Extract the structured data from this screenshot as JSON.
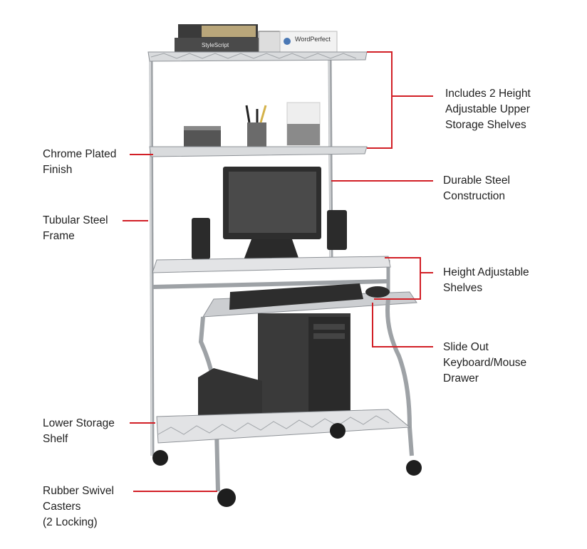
{
  "colors": {
    "leader": "#d21f26",
    "chrome": "#b9bcc0",
    "black": "#2a2a2a"
  },
  "callouts": {
    "upper_shelves": "Includes 2 Height\nAdjustable Upper\nStorage Shelves",
    "steel_construction": "Durable Steel\nConstruction",
    "adjustable_shelves": "Height Adjustable\nShelves",
    "keyboard_drawer": "Slide Out\nKeyboard/Mouse\nDrawer",
    "chrome_finish": "Chrome Plated\nFinish",
    "tubular_frame": "Tubular Steel\nFrame",
    "lower_shelf": "Lower Storage\nShelf",
    "casters": "Rubber Swivel\nCasters\n(2 Locking)"
  },
  "product_text": {
    "box1": "StyleScript",
    "box2": "WordPerfect"
  }
}
